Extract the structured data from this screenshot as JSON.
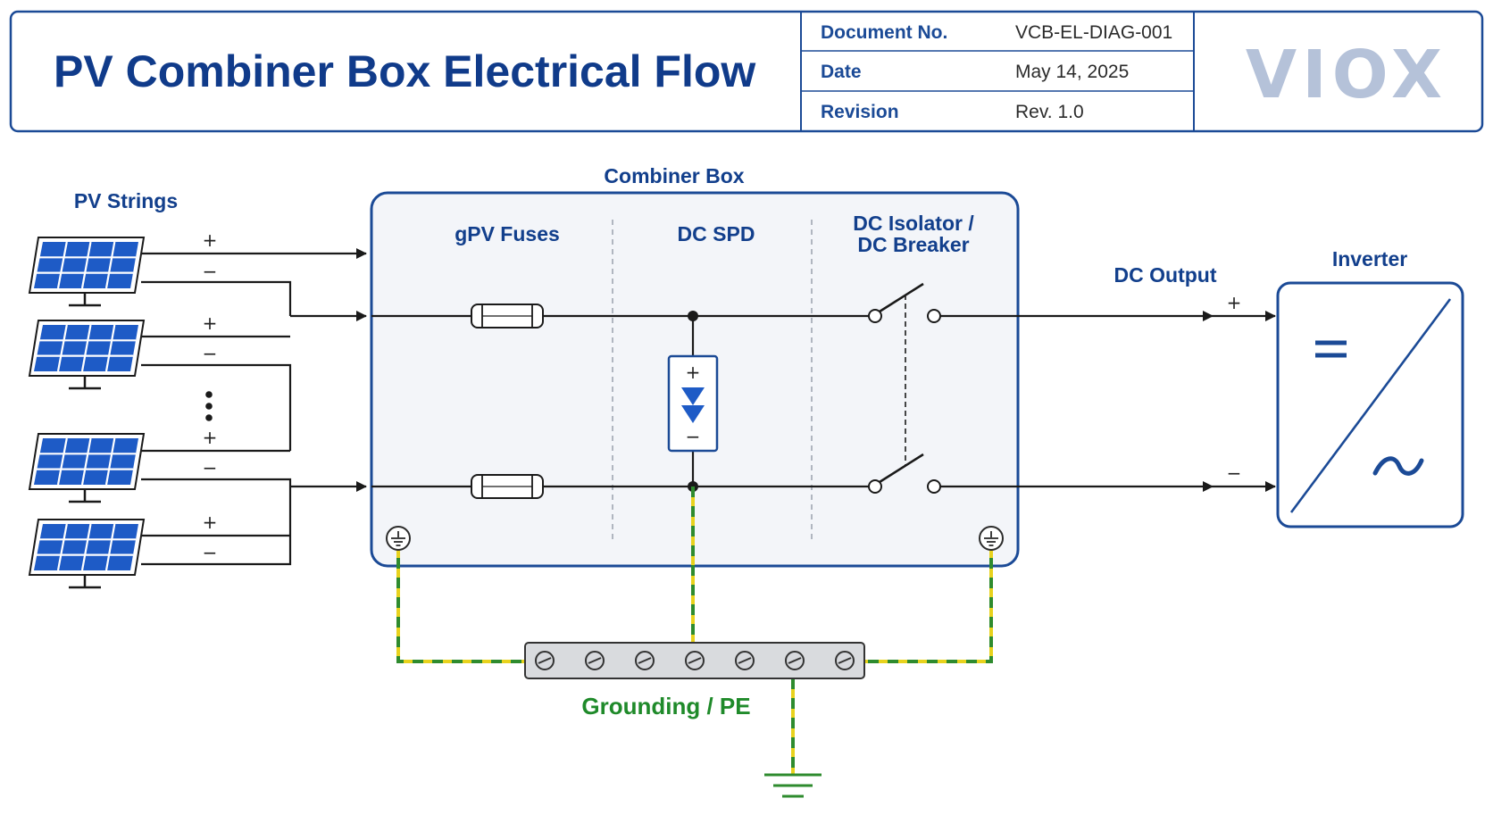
{
  "header": {
    "title": "PV Combiner Box Electrical Flow",
    "doc_no_label": "Document No.",
    "doc_no_value": "VCB-EL-DIAG-001",
    "date_label": "Date",
    "date_value": "May 14, 2025",
    "revision_label": "Revision",
    "revision_value": "Rev. 1.0",
    "logo": "VIOX"
  },
  "labels": {
    "pv_strings": "PV Strings",
    "combiner_box": "Combiner Box",
    "gpv_fuses": "gPV Fuses",
    "dc_spd": "DC SPD",
    "dc_isolator_line1": "DC Isolator /",
    "dc_isolator_line2": "DC Breaker",
    "dc_output": "DC Output",
    "inverter": "Inverter",
    "grounding": "Grounding / PE"
  },
  "signs": {
    "plus": "+",
    "minus": "−"
  },
  "colors": {
    "brand_blue": "#1b4a96",
    "panel_blue": "#1e5bc6",
    "box_fill": "#f3f5f9",
    "pe_yellow": "#e8d21d",
    "pe_green": "#2e8b2e",
    "logo_grey": "#b5c2d9"
  },
  "icons": [
    "solar-panel-icon",
    "fuse-icon",
    "spd-icon",
    "switch-icon",
    "ground-icon",
    "inverter-icon"
  ]
}
